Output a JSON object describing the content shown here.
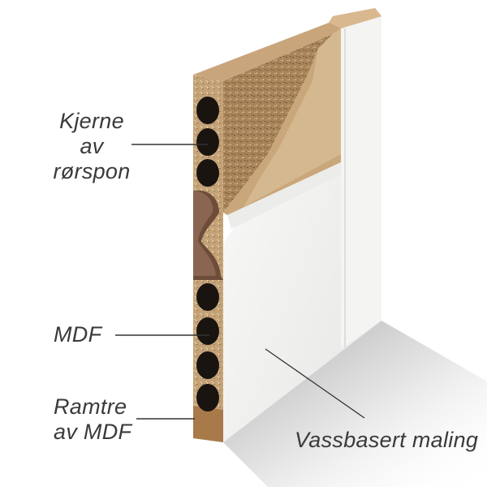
{
  "diagram": {
    "subject": "Door cross-section",
    "labels": [
      {
        "id": "core",
        "lines": [
          "Kjerne",
          "av",
          "rørspon"
        ]
      },
      {
        "id": "mdf",
        "lines": [
          "MDF"
        ]
      },
      {
        "id": "frame",
        "lines": [
          "Ramtre",
          "av MDF"
        ]
      },
      {
        "id": "paint",
        "lines": [
          "Vassbasert maling"
        ]
      }
    ],
    "colors": {
      "text": "#3a3a3a",
      "leader_line": "#333333",
      "chipboard": "#b8946a",
      "chipboard_dark": "#8a6a45",
      "mdf": "#c9a77a",
      "frame_mdf": "#a87a4a",
      "hole": "#1a1410",
      "paint_white": "#f2f2f0",
      "shadow": "#b0b0b0"
    }
  }
}
